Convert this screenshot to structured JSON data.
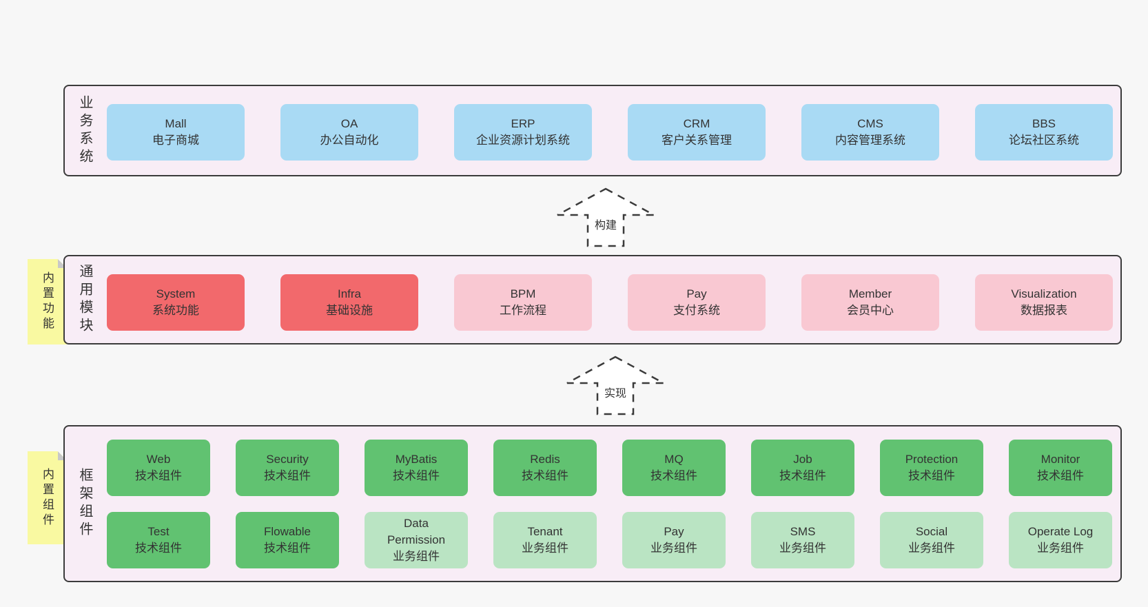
{
  "colors": {
    "page_background": "#f7f7f7",
    "layer_fill": "#f8edf6",
    "layer_border": "#3b3b3b",
    "blue": "#a9daf4",
    "red": "#f2696c",
    "pink": "#f9c8d2",
    "green": "#61c271",
    "lightgreen": "#bae4c3",
    "note_yellow": "#f9f9a1",
    "note_fold": "#c8c8c8",
    "text": "#333333",
    "arrow_stroke": "#3b3b3b",
    "arrow_fill": "#ffffff"
  },
  "arrows": [
    {
      "label": "构建"
    },
    {
      "label": "实现"
    }
  ],
  "layers": [
    {
      "label": "业务系统",
      "boxes": [
        {
          "en": "Mall",
          "zh": "电子商城",
          "variant": "blue"
        },
        {
          "en": "OA",
          "zh": "办公自动化",
          "variant": "blue"
        },
        {
          "en": "ERP",
          "zh": "企业资源计划系统",
          "variant": "blue"
        },
        {
          "en": "CRM",
          "zh": "客户关系管理",
          "variant": "blue"
        },
        {
          "en": "CMS",
          "zh": "内容管理系统",
          "variant": "blue"
        },
        {
          "en": "BBS",
          "zh": "论坛社区系统",
          "variant": "blue"
        }
      ]
    },
    {
      "label": "通用模块",
      "note": "内置功能",
      "boxes": [
        {
          "en": "System",
          "zh": "系统功能",
          "variant": "red"
        },
        {
          "en": "Infra",
          "zh": "基础设施",
          "variant": "red"
        },
        {
          "en": "BPM",
          "zh": "工作流程",
          "variant": "pink"
        },
        {
          "en": "Pay",
          "zh": "支付系统",
          "variant": "pink"
        },
        {
          "en": "Member",
          "zh": "会员中心",
          "variant": "pink"
        },
        {
          "en": "Visualization",
          "zh": "数据报表",
          "variant": "pink"
        }
      ]
    },
    {
      "label": "框架组件",
      "note": "内置组件",
      "rows": [
        [
          {
            "en": "Web",
            "zh": "技术组件",
            "variant": "green"
          },
          {
            "en": "Security",
            "zh": "技术组件",
            "variant": "green"
          },
          {
            "en": "MyBatis",
            "zh": "技术组件",
            "variant": "green"
          },
          {
            "en": "Redis",
            "zh": "技术组件",
            "variant": "green"
          },
          {
            "en": "MQ",
            "zh": "技术组件",
            "variant": "green"
          },
          {
            "en": "Job",
            "zh": "技术组件",
            "variant": "green"
          },
          {
            "en": "Protection",
            "zh": "技术组件",
            "variant": "green"
          },
          {
            "en": "Monitor",
            "zh": "技术组件",
            "variant": "green"
          }
        ],
        [
          {
            "en": "Test",
            "zh": "技术组件",
            "variant": "green"
          },
          {
            "en": "Flowable",
            "zh": "技术组件",
            "variant": "green"
          },
          {
            "en": "Data\nPermission",
            "zh": "业务组件",
            "variant": "lightgreen"
          },
          {
            "en": "Tenant",
            "zh": "业务组件",
            "variant": "lightgreen"
          },
          {
            "en": "Pay",
            "zh": "业务组件",
            "variant": "lightgreen"
          },
          {
            "en": "SMS",
            "zh": "业务组件",
            "variant": "lightgreen"
          },
          {
            "en": "Social",
            "zh": "业务组件",
            "variant": "lightgreen"
          },
          {
            "en": "Operate Log",
            "zh": "业务组件",
            "variant": "lightgreen"
          }
        ]
      ]
    }
  ]
}
